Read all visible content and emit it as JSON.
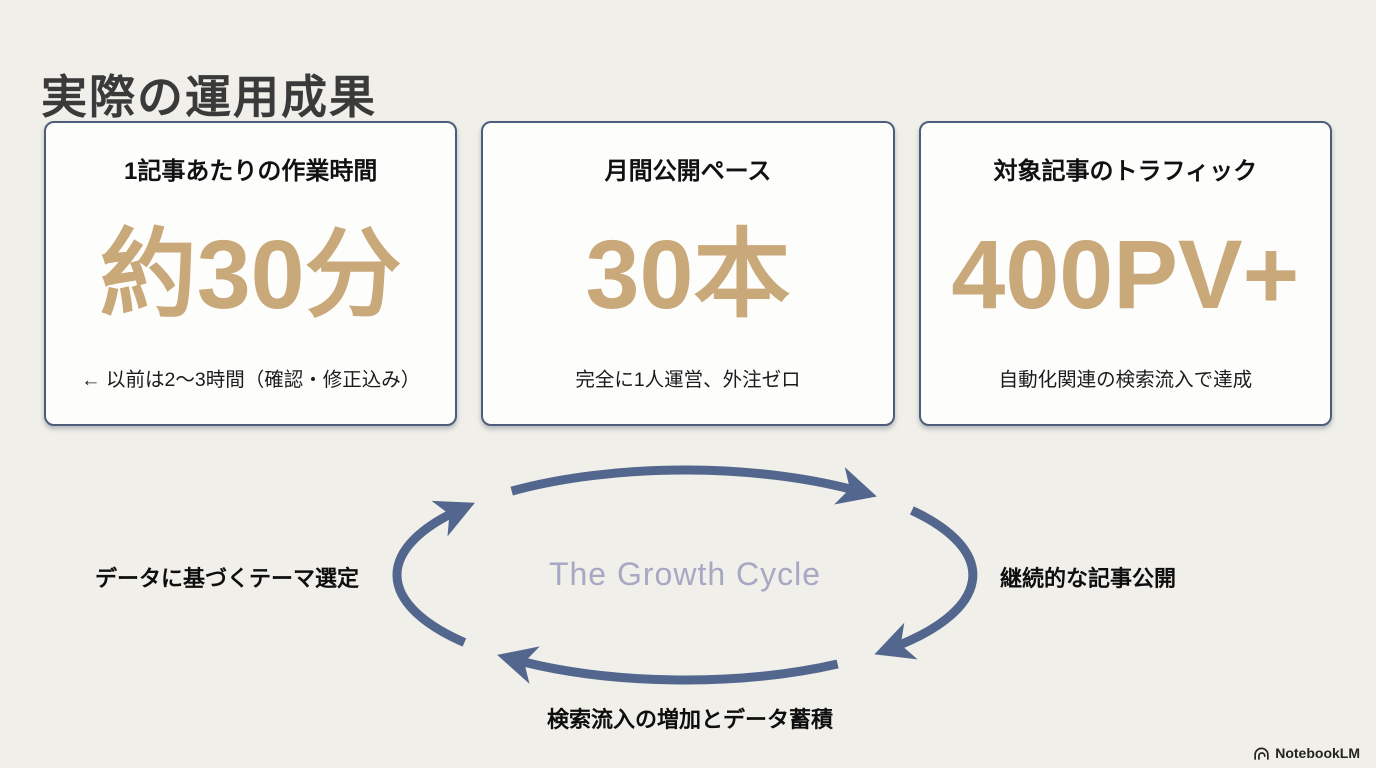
{
  "page": {
    "title": "実際の運用成果",
    "background_color": "#f0efe9"
  },
  "cards": [
    {
      "title": "1記事あたりの作業時間",
      "value": "約30分",
      "note": "← 以前は2〜3時間（確認・修正込み）"
    },
    {
      "title": "月間公開ペース",
      "value": "30本",
      "note": "完全に1人運営、外注ゼロ"
    },
    {
      "title": "対象記事のトラフィック",
      "value": "400PV+",
      "note": "自動化関連の検索流入で達成"
    }
  ],
  "cycle": {
    "center_label": "The Growth Cycle",
    "labels": {
      "left": "データに基づくテーマ選定",
      "right": "継続的な記事公開",
      "bottom": "検索流入の増加とデータ蓄積"
    },
    "arrow_color": "#53678e",
    "center_label_color": "#a7a8c4"
  },
  "branding": {
    "logo_text": "NotebookLM"
  },
  "colors": {
    "value_accent": "#c9a87a",
    "card_border": "#4e5d7b",
    "title_text": "#3a3a3a"
  }
}
